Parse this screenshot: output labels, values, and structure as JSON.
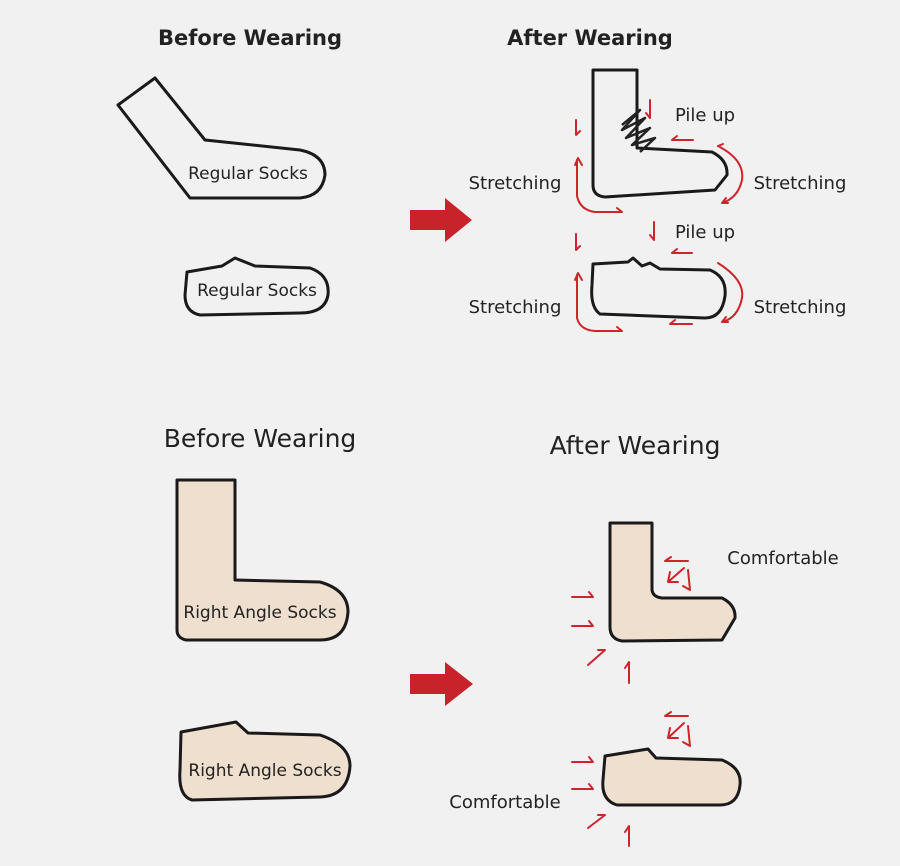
{
  "top": {
    "before_title": "Before Wearing",
    "after_title": "After Wearing",
    "regular_crew_label": "Regular Socks",
    "regular_low_label": "Regular Socks",
    "pile_up_1": "Pile up",
    "pile_up_2": "Pile up",
    "stretching_left_1": "Stretching",
    "stretching_right_1": "Stretching",
    "stretching_left_2": "Stretching",
    "stretching_right_2": "Stretching"
  },
  "bottom": {
    "before_title": "Before Wearing",
    "after_title": "After Wearing",
    "right_angle_crew_label": "Right Angle Socks",
    "right_angle_low_label": "Right Angle Socks",
    "comfortable_1": "Comfortable",
    "comfortable_2": "Comfortable"
  },
  "colors": {
    "arrow": "#c8232b",
    "sock_fill": "#efdfcf",
    "background": "#f1f1f1"
  }
}
